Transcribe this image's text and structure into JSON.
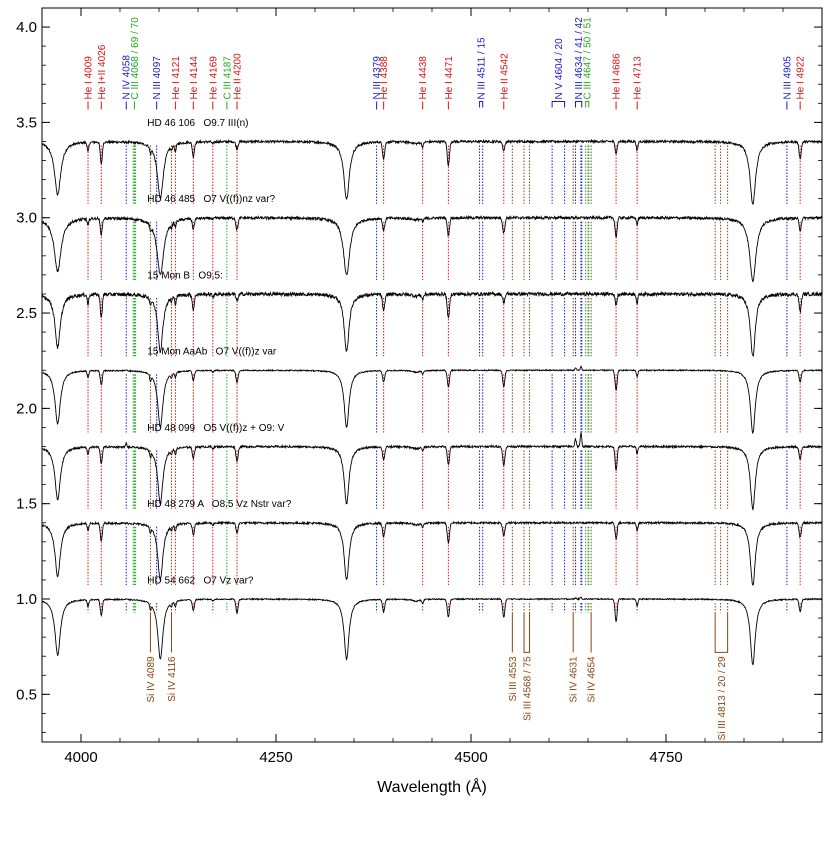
{
  "chart_data": {
    "type": "line",
    "title": "",
    "xlabel": "Wavelength (Å)",
    "ylabel": "",
    "xlim": [
      3950,
      4950
    ],
    "ylim": [
      0.25,
      4.1
    ],
    "grid": false,
    "legend": "none",
    "x_ticks": [
      4000,
      4250,
      4500,
      4750
    ],
    "y_ticks": [
      0.5,
      1.0,
      1.5,
      2.0,
      2.5,
      3.0,
      3.5,
      4.0
    ],
    "y_tick_labels": [
      "0.5",
      "1.0",
      "1.5",
      "2.0",
      "2.5",
      "3.0",
      "3.5",
      "4.0"
    ],
    "series": [
      {
        "name": "HD 46 106   O9.7 III(n)",
        "offset": 3.4,
        "noise": 0.006,
        "emission": 0,
        "line_scale": 1.0,
        "hei_scale": 1.25,
        "heii_scale": 0.6,
        "balmer_width": 1.15
      },
      {
        "name": "HD 46 485   O7 V((f))nz var?",
        "offset": 3.0,
        "noise": 0.007,
        "emission": 0,
        "line_scale": 1.0,
        "hei_scale": 0.9,
        "heii_scale": 1.0,
        "balmer_width": 1.3
      },
      {
        "name": "15 Mon B   O9.5:",
        "offset": 2.6,
        "noise": 0.009,
        "emission": 0,
        "line_scale": 1.0,
        "hei_scale": 1.3,
        "heii_scale": 0.55,
        "balmer_width": 1.0
      },
      {
        "name": "15 Mon AaAb   O7 V((f))z var",
        "offset": 2.2,
        "noise": 0.003,
        "emission": 0.02,
        "line_scale": 1.0,
        "hei_scale": 0.85,
        "heii_scale": 1.05,
        "balmer_width": 1.0
      },
      {
        "name": "HD 48 099   O5 V((f))z + O9: V",
        "offset": 1.8,
        "noise": 0.005,
        "emission": 0.07,
        "line_scale": 1.0,
        "hei_scale": 0.95,
        "heii_scale": 1.25,
        "balmer_width": 1.0
      },
      {
        "name": "HD 48 279 A   O8.5 Vz Nstr var?",
        "offset": 1.4,
        "noise": 0.005,
        "emission": 0,
        "line_scale": 1.0,
        "hei_scale": 1.05,
        "heii_scale": 0.85,
        "balmer_width": 1.0
      },
      {
        "name": "HD 54 662   O7 Vz var?",
        "offset": 1.0,
        "noise": 0.003,
        "emission": 0.01,
        "line_scale": 1.05,
        "hei_scale": 0.9,
        "heii_scale": 1.15,
        "balmer_width": 1.0
      }
    ],
    "top_line_ids": [
      {
        "label": "He I 4009",
        "wavelengths": [
          4009
        ],
        "color": "#dd1111"
      },
      {
        "label": "He I+II 4026",
        "wavelengths": [
          4026
        ],
        "color": "#dd1111"
      },
      {
        "label": "N IV 4058",
        "wavelengths": [
          4058
        ],
        "color": "#1a1acc"
      },
      {
        "label": "C III 4068 / 69 / 70",
        "wavelengths": [
          4067,
          4068.5,
          4070
        ],
        "color": "#22aa22"
      },
      {
        "label": "N III 4097",
        "wavelengths": [
          4097
        ],
        "color": "#1a1acc"
      },
      {
        "label": "He I 4121",
        "wavelengths": [
          4121
        ],
        "color": "#dd1111"
      },
      {
        "label": "He I 4144",
        "wavelengths": [
          4144
        ],
        "color": "#dd1111"
      },
      {
        "label": "He I 4169",
        "wavelengths": [
          4169
        ],
        "color": "#dd1111"
      },
      {
        "label": "C III 4187",
        "wavelengths": [
          4187
        ],
        "color": "#22aa22"
      },
      {
        "label": "He II 4200",
        "wavelengths": [
          4200
        ],
        "color": "#dd1111"
      },
      {
        "label": "N III 4379",
        "wavelengths": [
          4379
        ],
        "color": "#1a1acc"
      },
      {
        "label": "He I 4388",
        "wavelengths": [
          4388
        ],
        "color": "#dd1111"
      },
      {
        "label": "He I 4438",
        "wavelengths": [
          4438
        ],
        "color": "#dd1111"
      },
      {
        "label": "He I 4471",
        "wavelengths": [
          4471
        ],
        "color": "#dd1111"
      },
      {
        "label": "N III 4511 / 15",
        "wavelengths": [
          4511,
          4515
        ],
        "color": "#1a1acc"
      },
      {
        "label": "He II 4542",
        "wavelengths": [
          4542
        ],
        "color": "#dd1111"
      },
      {
        "label": "N V 4604 / 20",
        "wavelengths": [
          4604,
          4620
        ],
        "color": "#1a1acc"
      },
      {
        "label": "N III 4634 / 41 / 42",
        "wavelengths": [
          4634,
          4641,
          4642
        ],
        "color": "#1a1acc"
      },
      {
        "label": "C III 4647 / 50 / 51",
        "wavelengths": [
          4647,
          4650,
          4651
        ],
        "color": "#22aa22"
      },
      {
        "label": "He II 4686",
        "wavelengths": [
          4686
        ],
        "color": "#dd1111"
      },
      {
        "label": "He I 4713",
        "wavelengths": [
          4713
        ],
        "color": "#dd1111"
      },
      {
        "label": "N III 4905",
        "wavelengths": [
          4905
        ],
        "color": "#1a1acc"
      },
      {
        "label": "He I 4922",
        "wavelengths": [
          4922
        ],
        "color": "#dd1111"
      }
    ],
    "bottom_line_ids": [
      {
        "label": "Si IV 4089",
        "wavelengths": [
          4089
        ],
        "color": "#8b4513"
      },
      {
        "label": "Si IV 4116",
        "wavelengths": [
          4116
        ],
        "color": "#8b4513"
      },
      {
        "label": "Si III 4553",
        "wavelengths": [
          4553
        ],
        "color": "#8b4513"
      },
      {
        "label": "Si III 4568 / 75",
        "wavelengths": [
          4568,
          4575
        ],
        "color": "#8b4513"
      },
      {
        "label": "Si IV 4631",
        "wavelengths": [
          4631
        ],
        "color": "#8b4513"
      },
      {
        "label": "Si IV 4654",
        "wavelengths": [
          4654
        ],
        "color": "#8b4513"
      },
      {
        "label": "Si III 4813 / 20 / 29",
        "wavelengths": [
          4813,
          4820,
          4829
        ],
        "color": "#8b4513"
      }
    ],
    "absorption_lines": [
      {
        "wavelength": 3970.1,
        "depth": 0.28,
        "width": 4.2
      },
      {
        "wavelength": 4101.7,
        "depth": 0.3,
        "width": 4.0
      },
      {
        "wavelength": 4340.5,
        "depth": 0.3,
        "width": 3.8
      },
      {
        "wavelength": 4861.3,
        "depth": 0.33,
        "width": 3.8
      },
      {
        "wavelength": 4009,
        "depth": 0.04,
        "width": 1.0,
        "kind": "HeI"
      },
      {
        "wavelength": 4026,
        "depth": 0.09,
        "width": 1.3,
        "kind": "HeI"
      },
      {
        "wavelength": 4121,
        "depth": 0.03,
        "width": 1.0,
        "kind": "HeI"
      },
      {
        "wavelength": 4144,
        "depth": 0.06,
        "width": 1.3,
        "kind": "HeI"
      },
      {
        "wavelength": 4169,
        "depth": 0.01,
        "width": 1.0,
        "kind": "HeI"
      },
      {
        "wavelength": 4388,
        "depth": 0.07,
        "width": 1.4,
        "kind": "HeI"
      },
      {
        "wavelength": 4438,
        "depth": 0.02,
        "width": 1.0,
        "kind": "HeI"
      },
      {
        "wavelength": 4471,
        "depth": 0.1,
        "width": 1.4,
        "kind": "HeI"
      },
      {
        "wavelength": 4713,
        "depth": 0.04,
        "width": 1.0,
        "kind": "HeI"
      },
      {
        "wavelength": 4922,
        "depth": 0.07,
        "width": 1.4,
        "kind": "HeI"
      },
      {
        "wavelength": 4200,
        "depth": 0.06,
        "width": 1.4,
        "kind": "HeII"
      },
      {
        "wavelength": 4542,
        "depth": 0.08,
        "width": 1.4,
        "kind": "HeII"
      },
      {
        "wavelength": 4686,
        "depth": 0.1,
        "width": 1.3,
        "kind": "HeII"
      },
      {
        "wavelength": 4089,
        "depth": 0.03,
        "width": 0.9
      },
      {
        "wavelength": 4116,
        "depth": 0.02,
        "width": 0.9
      },
      {
        "wavelength": 4430,
        "depth": 0.01,
        "width": 6.0
      }
    ],
    "emission_lines": [
      {
        "wavelength": 4634,
        "height": 0.6,
        "width": 0.9
      },
      {
        "wavelength": 4641,
        "height": 1.0,
        "width": 0.9
      },
      {
        "wavelength": 4058,
        "height": 0.3,
        "width": 0.8
      }
    ]
  }
}
